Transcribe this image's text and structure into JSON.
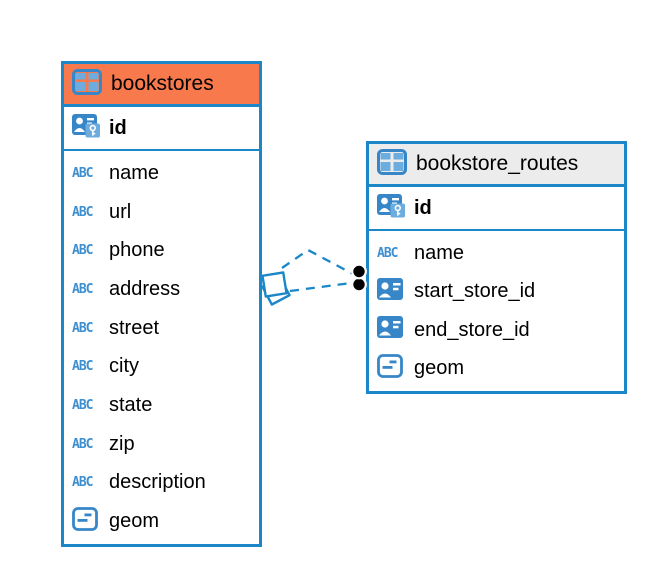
{
  "colors": {
    "accent_blue": "#1B87C9",
    "icon_blue": "#3787C8",
    "icon_blue_light": "#6CACDE",
    "bookstores_header": "#F8794B",
    "routes_header": "#ECECEC",
    "dot_black": "#000000",
    "background": "#FFFFFF"
  },
  "type_icon_label": "ABC",
  "tables": [
    {
      "name": "bookstores",
      "header_color": "#F8794B",
      "columns": [
        {
          "name": "id",
          "icon": "primary-key-icon"
        },
        {
          "name": "name",
          "icon": "text-type-icon"
        },
        {
          "name": "url",
          "icon": "text-type-icon"
        },
        {
          "name": "phone",
          "icon": "text-type-icon"
        },
        {
          "name": "address",
          "icon": "text-type-icon"
        },
        {
          "name": "street",
          "icon": "text-type-icon"
        },
        {
          "name": "city",
          "icon": "text-type-icon"
        },
        {
          "name": "state",
          "icon": "text-type-icon"
        },
        {
          "name": "zip",
          "icon": "text-type-icon"
        },
        {
          "name": "description",
          "icon": "text-type-icon"
        },
        {
          "name": "geom",
          "icon": "geometry-type-icon"
        }
      ]
    },
    {
      "name": "bookstore_routes",
      "header_color": "#ECECEC",
      "columns": [
        {
          "name": "id",
          "icon": "primary-key-icon"
        },
        {
          "name": "name",
          "icon": "text-type-icon"
        },
        {
          "name": "start_store_id",
          "icon": "reference-icon"
        },
        {
          "name": "end_store_id",
          "icon": "reference-icon"
        },
        {
          "name": "geom",
          "icon": "geometry-type-icon"
        }
      ]
    }
  ],
  "relationships": [
    {
      "from": "bookstores",
      "to": "bookstore_routes",
      "via": "start_store_id",
      "style": "dashed"
    },
    {
      "from": "bookstores",
      "to": "bookstore_routes",
      "via": "end_store_id",
      "style": "dashed"
    }
  ]
}
